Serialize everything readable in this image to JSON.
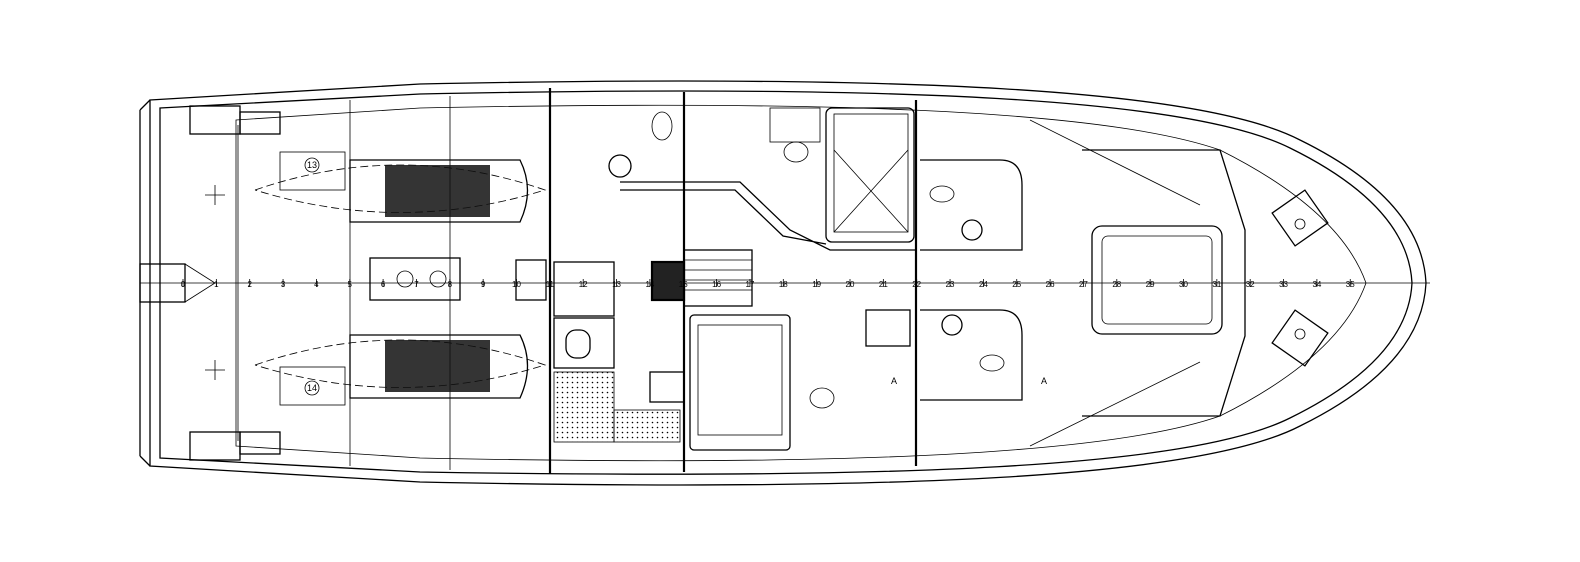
{
  "drawing": {
    "frame_numbers": [
      "0",
      "1",
      "2",
      "3",
      "4",
      "5",
      "6",
      "7",
      "8",
      "9",
      "10",
      "11",
      "12",
      "13",
      "14",
      "15",
      "16",
      "17",
      "18",
      "19",
      "20",
      "21",
      "22",
      "23",
      "24",
      "25",
      "26",
      "27",
      "28",
      "29",
      "30",
      "31",
      "32",
      "33",
      "34",
      "35"
    ],
    "engine_labels": {
      "starboard": "13",
      "port": "14"
    },
    "section_marks": [
      "A",
      "A"
    ]
  }
}
